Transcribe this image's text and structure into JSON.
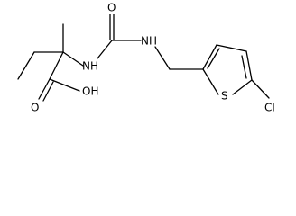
{
  "molecule": {
    "atoms": {
      "nh_right": "NH",
      "nh_left": "NH",
      "oxygen_carbonyl": "O",
      "hydroxyl": "OH",
      "oxygen_acid": "O",
      "sulfur": "S",
      "chlorine": "Cl"
    }
  },
  "colors": {
    "ink": "#000000",
    "background": "#ffffff"
  }
}
